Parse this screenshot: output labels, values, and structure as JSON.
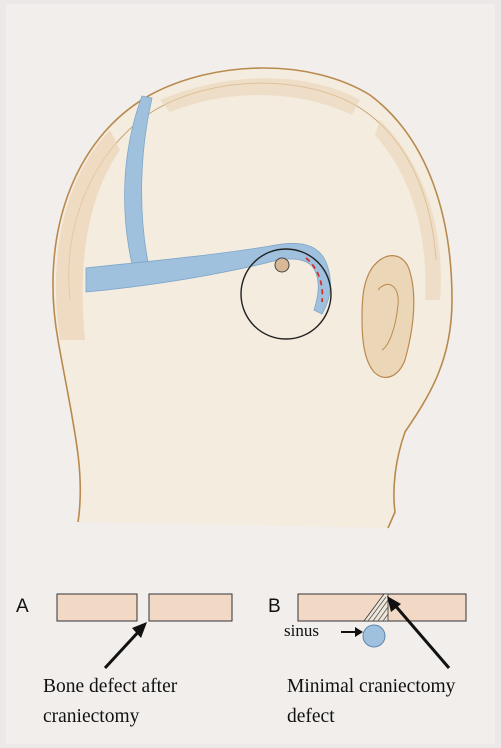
{
  "panels": {
    "a": {
      "letter": "A",
      "caption_line1": "Bone defect after",
      "caption_line2": "craniectomy"
    },
    "b": {
      "letter": "B",
      "caption_line1": "Minimal craniectomy",
      "caption_line2": "defect",
      "sinus_label": "sinus"
    }
  },
  "colors": {
    "background": "#ebe8e7",
    "paper": "#f1eeec",
    "head_outline": "#b98a4e",
    "skin_shade": "#ecd6b8",
    "venous_sinus": "#9fc1de",
    "bone": "#f2d9c6",
    "craniectomy_line": "#d0312d"
  }
}
